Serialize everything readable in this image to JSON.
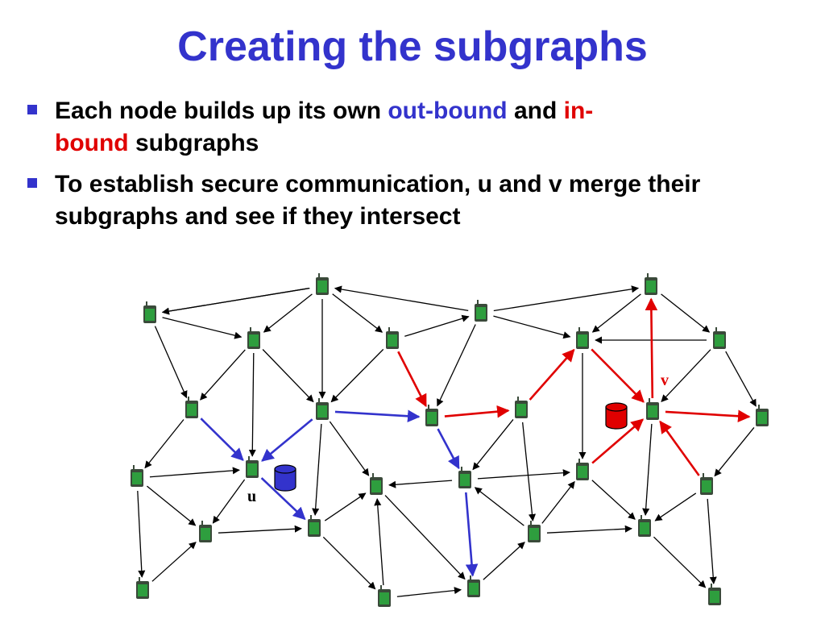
{
  "slide": {
    "title": "Creating the subgraphs",
    "bullets": [
      {
        "parts": [
          {
            "text": "Each node builds up its own ",
            "style": "plain"
          },
          {
            "text": "out-bound",
            "style": "blue"
          },
          {
            "text": " and ",
            "style": "plain"
          },
          {
            "text": "in-",
            "style": "red"
          },
          {
            "text": "bound",
            "style": "red"
          },
          {
            "text": " subgraphs",
            "style": "plain"
          }
        ]
      },
      {
        "parts": [
          {
            "text": "To establish secure communication, u and v merge their subgraphs and see if they intersect",
            "style": "plain"
          }
        ]
      }
    ]
  },
  "diagram": {
    "label_u": "u",
    "label_v": "v",
    "colors": {
      "node_fill": "#2e9e3e",
      "node_body": "#3a4a3a",
      "arrow_black": "#000000",
      "arrow_blue": "#3333cc",
      "arrow_red": "#e00000",
      "db_blue": "#3333cc",
      "db_red": "#e00000",
      "accent_title": "#3333cc"
    }
  }
}
